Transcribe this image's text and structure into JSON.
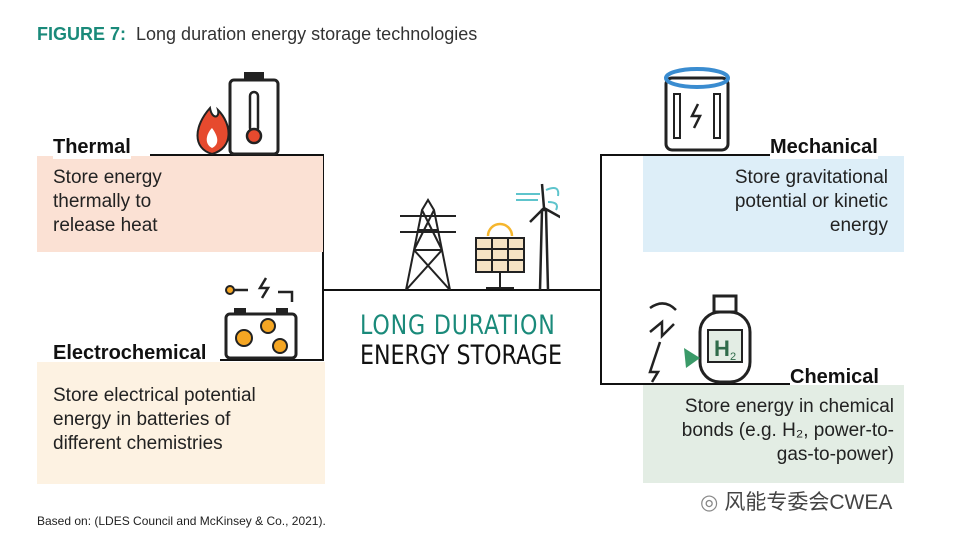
{
  "figure": {
    "label": "FIGURE 7:",
    "title": "Long duration energy storage technologies"
  },
  "center": {
    "line1": "LONG DURATION",
    "line2": "ENERGY STORAGE"
  },
  "categories": [
    {
      "name": "Thermal",
      "desc": "Store energy thermally to release heat",
      "color": "#fbe1d4"
    },
    {
      "name": "Electrochemical",
      "desc": "Store electrical potential energy in batteries of different chemistries",
      "color": "#fdf2e2"
    },
    {
      "name": "Mechanical",
      "desc": "Store gravitational potential or kinetic energy",
      "color": "#ddeef8"
    },
    {
      "name": "Chemical",
      "desc": "Store energy in chemical bonds (e.g. H₂, power-to-gas-to-power)",
      "color": "#e3ede4"
    }
  ],
  "footer": "Based on: (LDES Council and McKinsey & Co., 2021).",
  "watermark": "风能专委会CWEA"
}
